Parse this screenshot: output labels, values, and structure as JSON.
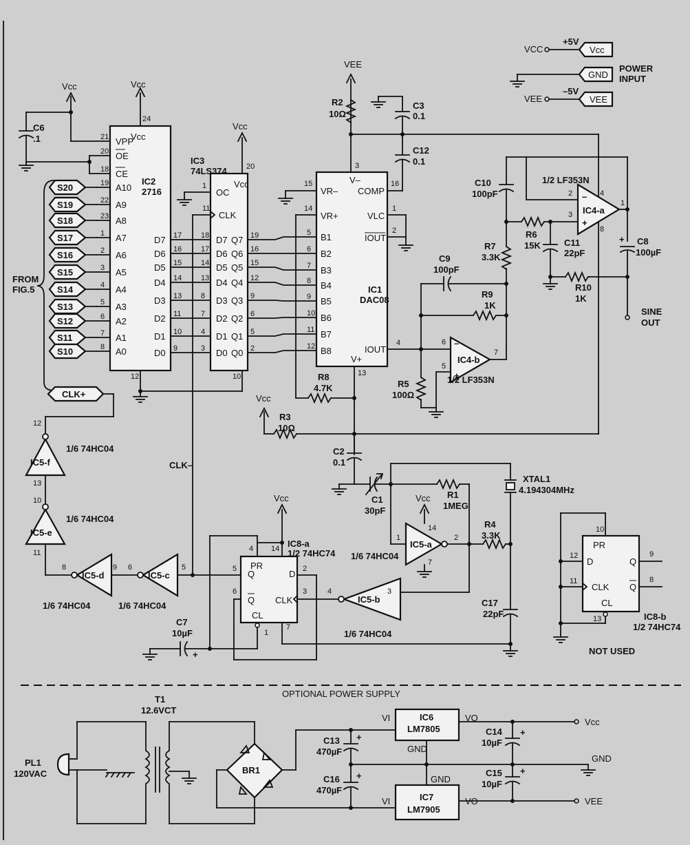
{
  "power_input": {
    "vcc_label": "VCC",
    "vcc_value": "+5V",
    "vcc_tag": "Vcc",
    "gnd_tag": "GND",
    "title_line1": "POWER",
    "title_line2": "INPUT",
    "vee_label": "VEE",
    "vee_value": "–5V",
    "vee_tag": "VEE"
  },
  "rails": {
    "vcc": "Vcc",
    "vee": "VEE"
  },
  "ic2": {
    "ref": "IC2",
    "part": "2716",
    "pins_left": [
      "VPP",
      "OE",
      "CE",
      "A10",
      "A9",
      "A8",
      "A7",
      "A6",
      "A5",
      "A4",
      "A3",
      "A2",
      "A1",
      "A0"
    ],
    "pinnums_left": [
      "21",
      "20",
      "18",
      "19",
      "22",
      "23",
      "1",
      "2",
      "3",
      "4",
      "5",
      "6",
      "7",
      "8"
    ],
    "pins_right": [
      "D7",
      "D6",
      "D5",
      "D4",
      "D3",
      "D2",
      "D1",
      "D0"
    ],
    "pinnums_right": [
      "17",
      "16",
      "15",
      "14",
      "13",
      "11",
      "10",
      "9"
    ],
    "vcc_pin": "24",
    "gnd_pin": "12",
    "vcc_label": "Vcc"
  },
  "switches": [
    "S20",
    "S19",
    "S18",
    "S17",
    "S16",
    "S15",
    "S14",
    "S13",
    "S12",
    "S11",
    "S10"
  ],
  "from_label": [
    "FROM",
    "FIG.5"
  ],
  "ic3": {
    "ref": "IC3",
    "part": "74LS374",
    "pin_oc": "OC",
    "pin_clk": "CLK",
    "vcc_pin": "20",
    "gnd_pin": "10",
    "oc_pin": "1",
    "clk_pin": "11",
    "pins_d": [
      "D7",
      "D6",
      "D5",
      "D4",
      "D3",
      "D2",
      "D1",
      "D0"
    ],
    "pinnums_d": [
      "18",
      "17",
      "14",
      "13",
      "8",
      "7",
      "4",
      "3"
    ],
    "pins_q": [
      "Q7",
      "Q6",
      "Q5",
      "Q4",
      "Q3",
      "Q2",
      "Q1",
      "Q0"
    ],
    "pinnums_q": [
      "19",
      "16",
      "15",
      "12",
      "9",
      "6",
      "5",
      "2"
    ],
    "vcc_label": "Vcc"
  },
  "ic1": {
    "ref": "IC1",
    "part": "DAC08",
    "pins_b": [
      "B1",
      "B2",
      "B3",
      "B4",
      "B5",
      "B6",
      "B7",
      "B8"
    ],
    "pinnums_b": [
      "5",
      "6",
      "7",
      "8",
      "9",
      "10",
      "11",
      "12"
    ],
    "vr_minus": "VR–",
    "vr_plus": "VR+",
    "vminus": "V–",
    "comp": "COMP",
    "vlc": "VLC",
    "iout_bar": "IOUT",
    "iout": "IOUT",
    "vplus": "V+",
    "pin_vrm": "15",
    "pin_vrp": "14",
    "pin_vm": "3",
    "pin_comp": "16",
    "pin_vlc": "1",
    "pin_ioutb": "2",
    "pin_iout": "4",
    "pin_vp": "13"
  },
  "components": {
    "c6": [
      "C6",
      ".1"
    ],
    "r2": [
      "R2",
      "10Ω"
    ],
    "c3": [
      "C3",
      "0.1"
    ],
    "c12": [
      "C12",
      "0.1"
    ],
    "c10": [
      "C10",
      "100pF"
    ],
    "r6": [
      "R6",
      "15K"
    ],
    "c11": [
      "C11",
      "22pF"
    ],
    "c8": [
      "C8",
      "100µF"
    ],
    "r7": [
      "R7",
      "3.3K"
    ],
    "c9": [
      "C9",
      "100pF"
    ],
    "r9": [
      "R9",
      "1K"
    ],
    "r10": [
      "R10",
      "1K"
    ],
    "r5": [
      "R5",
      "100Ω"
    ],
    "r8": [
      "R8",
      "4.7K"
    ],
    "r3": [
      "R3",
      "10Ω"
    ],
    "c2": [
      "C2",
      "0.1"
    ],
    "c1": [
      "C1",
      "30pF"
    ],
    "r1": [
      "R1",
      "1MEG"
    ],
    "xtal1": [
      "XTAL1",
      "4.194304MHz"
    ],
    "r4": [
      "R4",
      "3.3K"
    ],
    "c17": [
      "C17",
      "22pF"
    ],
    "c7": [
      "C7",
      "10µF"
    ]
  },
  "opamps": {
    "ic4a": {
      "ref": "IC4-a",
      "part": "1/2 LF353N",
      "pins": [
        "2",
        "3",
        "1",
        "4",
        "8"
      ]
    },
    "ic4b": {
      "ref": "IC4-b",
      "part": "1/2 LF353N",
      "pins": [
        "6",
        "5",
        "7"
      ]
    }
  },
  "sine_out": [
    "SINE",
    "OUT"
  ],
  "inverters": [
    {
      "ref": "IC5-a",
      "part": "1/6 74HC04",
      "pin_in": "1",
      "pin_out": "2",
      "pin_vcc": "14",
      "pin_gnd": "7"
    },
    {
      "ref": "IC5-b",
      "part": "1/6 74HC04",
      "pin_in": "3",
      "pin_out": "4"
    },
    {
      "ref": "IC5-c",
      "part": "1/6 74HC04",
      "pin_in": "5",
      "pin_out": "6"
    },
    {
      "ref": "IC5-d",
      "part": "1/6 74HC04",
      "pin_in": "9",
      "pin_out": "8"
    },
    {
      "ref": "IC5-e",
      "part": "1/6 74HC04",
      "pin_in": "11",
      "pin_out": "10"
    },
    {
      "ref": "IC5-f",
      "part": "1/6 74HC04",
      "pin_in": "13",
      "pin_out": "12"
    }
  ],
  "clk_plus": "CLK+",
  "clk_minus": "CLK–",
  "ic8a": {
    "ref": "IC8-a",
    "part": "1/2 74HC74",
    "pr": "PR",
    "q": "Q",
    "qbar": "Q",
    "d": "D",
    "clk": "CLK",
    "cl": "CL",
    "pins": [
      "4",
      "14",
      "5",
      "6",
      "2",
      "3",
      "1",
      "7"
    ]
  },
  "ic8b": {
    "ref": "IC8-b",
    "part": "1/2 74HC74",
    "pr": "PR",
    "q": "Q",
    "qbar": "Q",
    "d": "D",
    "clk": "CLK",
    "cl": "CL",
    "pins": [
      "10",
      "12",
      "11",
      "9",
      "8",
      "13"
    ],
    "note": "NOT USED"
  },
  "psu": {
    "title": "OPTIONAL POWER SUPPLY",
    "t1": [
      "T1",
      "12.6VCT"
    ],
    "pl1": [
      "PL1",
      "120VAC"
    ],
    "br1": "BR1",
    "c13": [
      "C13",
      "470µF"
    ],
    "c16": [
      "C16",
      "470µF"
    ],
    "c14": [
      "C14",
      "10µF"
    ],
    "c15": [
      "C15",
      "10µF"
    ],
    "ic6": [
      "IC6",
      "LM7805"
    ],
    "ic7": [
      "IC7",
      "LM7905"
    ],
    "vi": "VI",
    "vo": "VO",
    "gnd": "GND",
    "out_vcc": "Vcc",
    "out_gnd": "GND",
    "out_vee": "VEE"
  }
}
